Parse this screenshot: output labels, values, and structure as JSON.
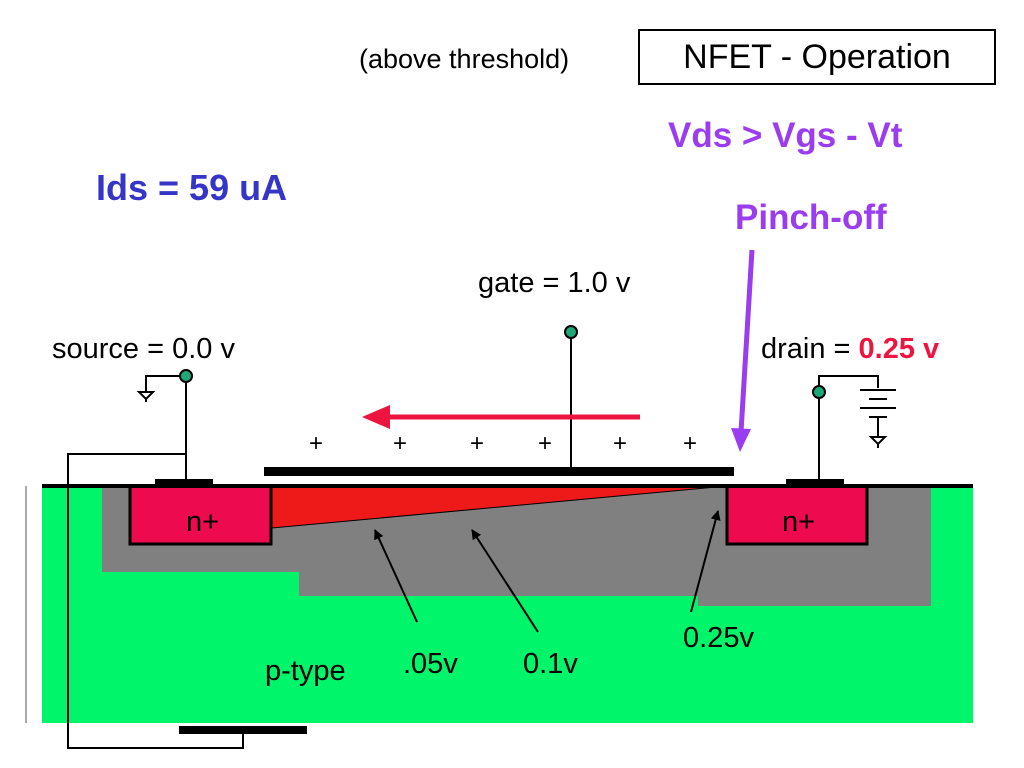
{
  "header": {
    "subtitle": "(above threshold)",
    "title": "NFET - Operation"
  },
  "condition": "Vds > Vgs - Vt",
  "region_label": "Pinch-off",
  "current": "Ids = 59 uA",
  "terminals": {
    "gate_label": "gate = 1.0 v",
    "source_label": "source = 0.0 v",
    "drain_label_prefix": "drain = ",
    "drain_value": "0.25 v"
  },
  "charges": [
    "+",
    "+",
    "+",
    "+",
    "+",
    "+"
  ],
  "diffusions": {
    "source": "n+",
    "drain": "n+"
  },
  "substrate_label": "p-type",
  "channel_voltages": [
    ".05v",
    "0.1v",
    "0.25v"
  ],
  "colors": {
    "substrate": "#00f56a",
    "depletion": "#808080",
    "diffusion": "#ee0a4f",
    "channel": "#ee1a1a",
    "current_arrow": "#ee1440",
    "condition_text": "#9a3cf0",
    "ids_text": "#3535c8",
    "drain_value_text": "#ee1440",
    "contact_node": "#1ea878"
  }
}
